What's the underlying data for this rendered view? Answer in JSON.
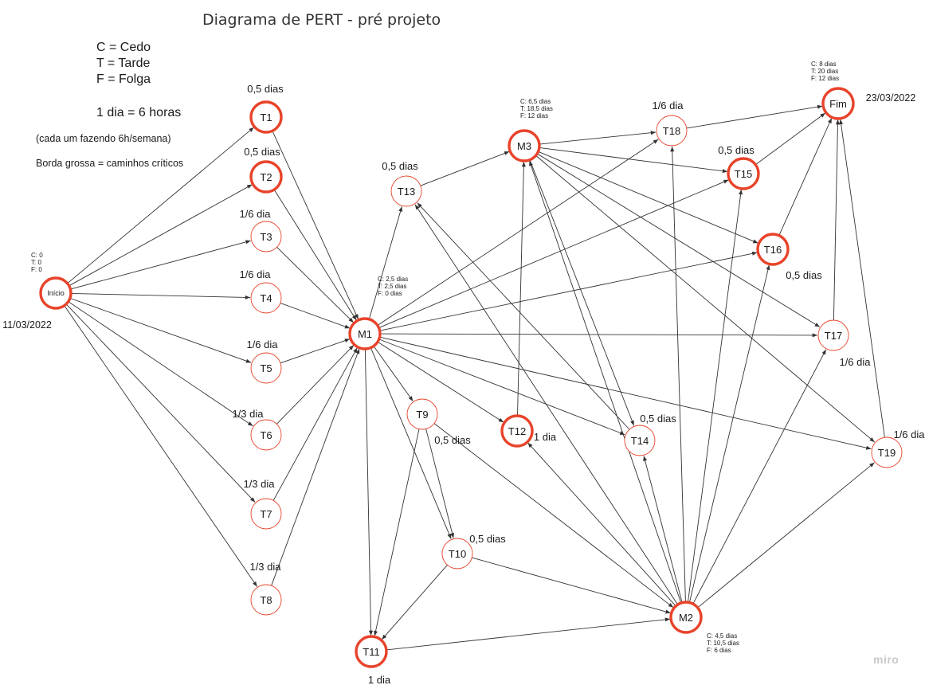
{
  "diagram": {
    "title": "Diagrama de PERT - pré projeto",
    "legend": {
      "c": "C = Cedo",
      "t": "T = Tarde",
      "f": "F = Folga",
      "unit": "1 dia = 6 horas",
      "note": "(cada um fazendo 6h/semana)",
      "critical": "Borda grossa = caminhos críticos"
    },
    "watermark": "miro",
    "colors": {
      "node_border": "#e8432a",
      "edge": "#333333",
      "text": "#1a1a1a"
    },
    "nodes": [
      {
        "id": "inicio",
        "label": "Início",
        "critical": true,
        "duration": "",
        "milestone": true
      },
      {
        "id": "T1",
        "label": "T1",
        "critical": true,
        "duration": "0,5 dias"
      },
      {
        "id": "T2",
        "label": "T2",
        "critical": true,
        "duration": "0,5 dias"
      },
      {
        "id": "T3",
        "label": "T3",
        "critical": false,
        "duration": "1/6 dia"
      },
      {
        "id": "T4",
        "label": "T4",
        "critical": false,
        "duration": "1/6 dia"
      },
      {
        "id": "T5",
        "label": "T5",
        "critical": false,
        "duration": "1/6 dia"
      },
      {
        "id": "T6",
        "label": "T6",
        "critical": false,
        "duration": "1/3 dia"
      },
      {
        "id": "T7",
        "label": "T7",
        "critical": false,
        "duration": "1/3 dia"
      },
      {
        "id": "T8",
        "label": "T8",
        "critical": false,
        "duration": "1/3 dia"
      },
      {
        "id": "M1",
        "label": "M1",
        "critical": true,
        "duration": "",
        "milestone": true
      },
      {
        "id": "T9",
        "label": "T9",
        "critical": false,
        "duration": "0,5 dias"
      },
      {
        "id": "T10",
        "label": "T10",
        "critical": false,
        "duration": "0,5 dias"
      },
      {
        "id": "T11",
        "label": "T11",
        "critical": true,
        "duration": "1 dia"
      },
      {
        "id": "T12",
        "label": "T12",
        "critical": true,
        "duration": "1 dia"
      },
      {
        "id": "T13",
        "label": "T13",
        "critical": false,
        "duration": "0,5 dias"
      },
      {
        "id": "M3",
        "label": "M3",
        "critical": true,
        "duration": "",
        "milestone": true
      },
      {
        "id": "T14",
        "label": "T14",
        "critical": false,
        "duration": "0,5 dias"
      },
      {
        "id": "M2",
        "label": "M2",
        "critical": true,
        "duration": "",
        "milestone": true
      },
      {
        "id": "T15",
        "label": "T15",
        "critical": true,
        "duration": "0,5 dias"
      },
      {
        "id": "T16",
        "label": "T16",
        "critical": true,
        "duration": "0,5 dias"
      },
      {
        "id": "T17",
        "label": "T17",
        "critical": false,
        "duration": "1/6 dia"
      },
      {
        "id": "T18",
        "label": "T18",
        "critical": false,
        "duration": "1/6 dia"
      },
      {
        "id": "T19",
        "label": "T19",
        "critical": false,
        "duration": "1/6 dia"
      },
      {
        "id": "fim",
        "label": "Fim",
        "critical": true,
        "duration": "",
        "milestone": true
      }
    ],
    "milestone_info": {
      "inicio": {
        "c": "C: 0",
        "t": "T: 0",
        "f": "F: 0",
        "date": "11/03/2022"
      },
      "M1": {
        "c": "C: 2,5 dias",
        "t": "T: 2,5 dias",
        "f": "F: 0 dias"
      },
      "M3": {
        "c": "C: 6,5 dias",
        "t": "T: 18,5 dias",
        "f": "F: 12 dias"
      },
      "M2": {
        "c": "C: 4,5 dias",
        "t": "T: 10,5 dias",
        "f": "F: 6 dias"
      },
      "fim": {
        "c": "C: 8 dias",
        "t": "T: 20 dias",
        "f": "F: 12 dias",
        "date": "23/03/2022"
      }
    },
    "edges": [
      [
        "inicio",
        "T1"
      ],
      [
        "inicio",
        "T2"
      ],
      [
        "inicio",
        "T3"
      ],
      [
        "inicio",
        "T4"
      ],
      [
        "inicio",
        "T5"
      ],
      [
        "inicio",
        "T6"
      ],
      [
        "inicio",
        "T7"
      ],
      [
        "inicio",
        "T8"
      ],
      [
        "T1",
        "M1"
      ],
      [
        "T2",
        "M1"
      ],
      [
        "T3",
        "M1"
      ],
      [
        "T4",
        "M1"
      ],
      [
        "T5",
        "M1"
      ],
      [
        "T6",
        "M1"
      ],
      [
        "T7",
        "M1"
      ],
      [
        "T8",
        "M1"
      ],
      [
        "M1",
        "T13"
      ],
      [
        "M1",
        "T18"
      ],
      [
        "M1",
        "T15"
      ],
      [
        "M1",
        "T16"
      ],
      [
        "M1",
        "T17"
      ],
      [
        "M1",
        "T19"
      ],
      [
        "M1",
        "T14"
      ],
      [
        "M1",
        "T12"
      ],
      [
        "M1",
        "T9"
      ],
      [
        "M1",
        "T10"
      ],
      [
        "M1",
        "T11"
      ],
      [
        "T13",
        "M3"
      ],
      [
        "T12",
        "M3"
      ],
      [
        "M3",
        "T18"
      ],
      [
        "M3",
        "T15"
      ],
      [
        "M3",
        "T16"
      ],
      [
        "M3",
        "T17"
      ],
      [
        "M3",
        "T19"
      ],
      [
        "T18",
        "fim"
      ],
      [
        "T15",
        "fim"
      ],
      [
        "T16",
        "fim"
      ],
      [
        "T17",
        "fim"
      ],
      [
        "T19",
        "fim"
      ],
      [
        "T9",
        "T10"
      ],
      [
        "T9",
        "T11"
      ],
      [
        "T9",
        "M2"
      ],
      [
        "T10",
        "T11"
      ],
      [
        "T10",
        "M2"
      ],
      [
        "T11",
        "M2"
      ],
      [
        "M2",
        "T12"
      ],
      [
        "M2",
        "T13"
      ],
      [
        "M2",
        "M3"
      ],
      [
        "M2",
        "T14"
      ],
      [
        "M2",
        "T18"
      ],
      [
        "M2",
        "T15"
      ],
      [
        "M2",
        "T16"
      ],
      [
        "M2",
        "T17"
      ],
      [
        "M2",
        "T19"
      ],
      [
        "T14",
        "T13"
      ],
      [
        "M3",
        "T14"
      ]
    ]
  }
}
